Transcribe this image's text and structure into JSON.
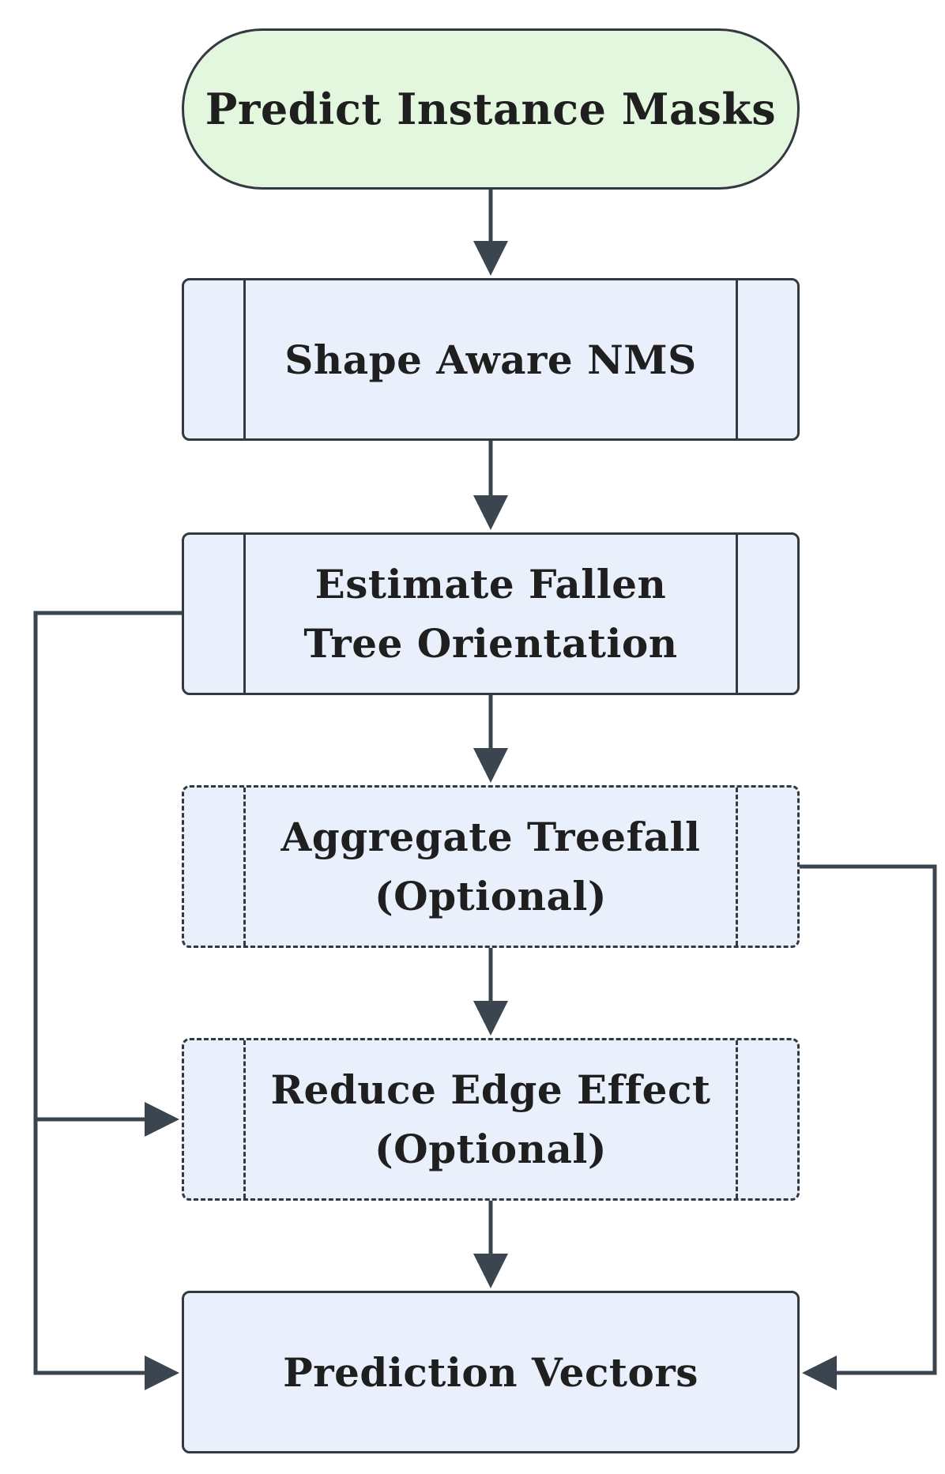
{
  "diagram": {
    "type": "flowchart",
    "nodes": [
      {
        "id": "predict",
        "shape": "terminal",
        "label": "Predict Instance Masks",
        "style": "solid",
        "fill": "#e3f7df"
      },
      {
        "id": "nms",
        "shape": "predefined-process",
        "label": "Shape Aware NMS",
        "style": "solid",
        "fill": "#e9f0fb"
      },
      {
        "id": "orientation",
        "shape": "predefined-process",
        "label": "Estimate Fallen\nTree Orientation",
        "style": "solid",
        "fill": "#e9f0fb"
      },
      {
        "id": "aggregate",
        "shape": "predefined-process",
        "label": "Aggregate Treefall\n(Optional)",
        "style": "dashed",
        "fill": "#e9f0fb"
      },
      {
        "id": "edge",
        "shape": "predefined-process",
        "label": "Reduce Edge Effect\n(Optional)",
        "style": "dashed",
        "fill": "#e9f0fb"
      },
      {
        "id": "vectors",
        "shape": "process",
        "label": "Prediction Vectors",
        "style": "solid",
        "fill": "#e9f0fb"
      }
    ],
    "edges": [
      {
        "from": "predict",
        "to": "nms"
      },
      {
        "from": "nms",
        "to": "orientation"
      },
      {
        "from": "orientation",
        "to": "aggregate"
      },
      {
        "from": "aggregate",
        "to": "edge"
      },
      {
        "from": "edge",
        "to": "vectors"
      },
      {
        "from": "orientation",
        "to": "edge",
        "route": "left-bypass"
      },
      {
        "from": "orientation",
        "to": "vectors",
        "route": "left-bypass"
      },
      {
        "from": "aggregate",
        "to": "vectors",
        "route": "right-bypass"
      }
    ],
    "colors": {
      "stroke": "#333a3f",
      "arrow": "#3a4550",
      "terminal_fill": "#e3f7df",
      "process_fill": "#e9f0fb"
    }
  }
}
